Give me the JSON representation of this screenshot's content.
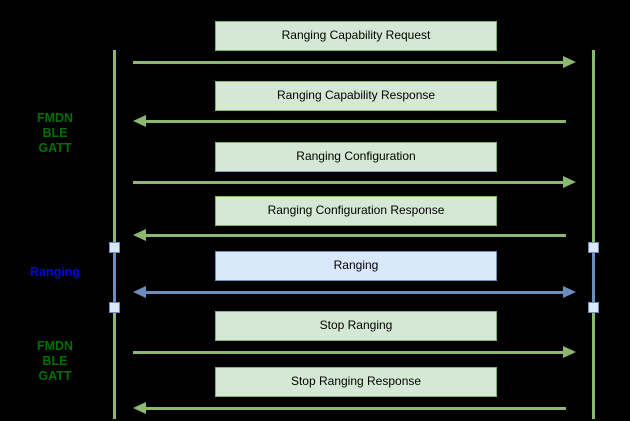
{
  "colors": {
    "background": "#000000",
    "green_box_fill": "#d5e8d4",
    "green_box_border": "#82b366",
    "green_line": "#8cb872",
    "blue_box_fill": "#dae8fc",
    "blue_box_border": "#6c8ebf",
    "side_label_green": "#007000",
    "side_label_blue": "#0000e6",
    "box_text": "#000000"
  },
  "side_labels": [
    {
      "text": "FMDN\nBLE\nGATT"
    },
    {
      "text": "Ranging"
    },
    {
      "text": "FMDN\nBLE\nGATT"
    }
  ],
  "messages": [
    {
      "label": "Ranging Capability Request",
      "direction": "right",
      "color": "green"
    },
    {
      "label": "Ranging Capability Response",
      "direction": "left",
      "color": "green"
    },
    {
      "label": "Ranging Configuration",
      "direction": "right",
      "color": "green"
    },
    {
      "label": "Ranging Configuration Response",
      "direction": "left",
      "color": "green"
    },
    {
      "label": "Ranging",
      "direction": "both",
      "color": "blue"
    },
    {
      "label": "Stop Ranging",
      "direction": "right",
      "color": "green"
    },
    {
      "label": "Stop Ranging Response",
      "direction": "left",
      "color": "green"
    }
  ]
}
